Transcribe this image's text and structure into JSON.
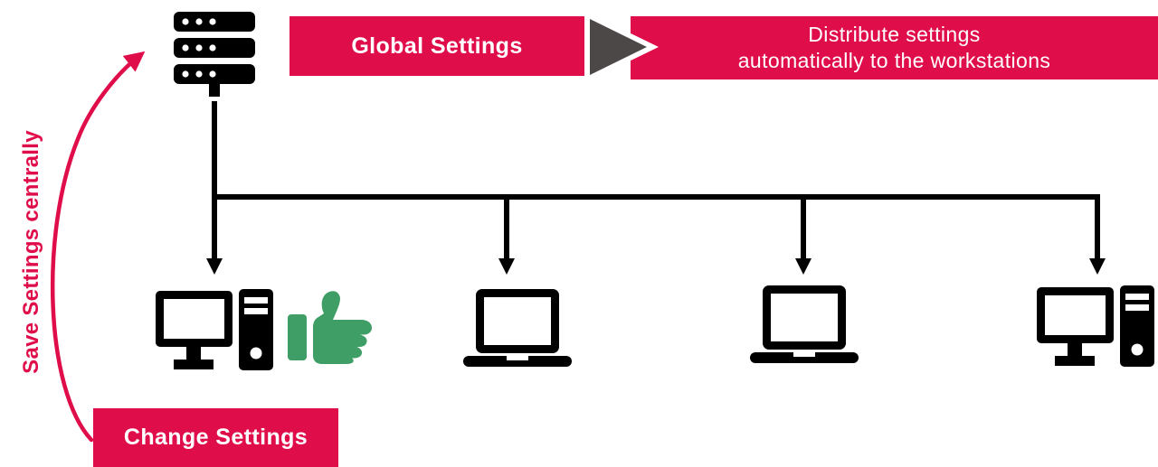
{
  "colors": {
    "accent_red": "#E00D4B",
    "arrow_gray": "#4B4847",
    "thumb_green": "#3F9E66",
    "icon_black": "#000000"
  },
  "flow": {
    "source_label": "Global Settings",
    "result_lines": [
      "Distribute settings",
      "automatically to the workstations"
    ]
  },
  "annotations": {
    "save_label": "Save Settings centrally",
    "change_label": "Change Settings"
  },
  "icons": {
    "server": "server-icon",
    "flow_arrow": "triangle-right-icon",
    "feedback_arrow": "curved-arrow-up-icon",
    "approval": "thumbs-up-icon",
    "workstations": [
      "desktop-computer-icon",
      "laptop-icon",
      "laptop-icon",
      "desktop-computer-icon"
    ]
  }
}
